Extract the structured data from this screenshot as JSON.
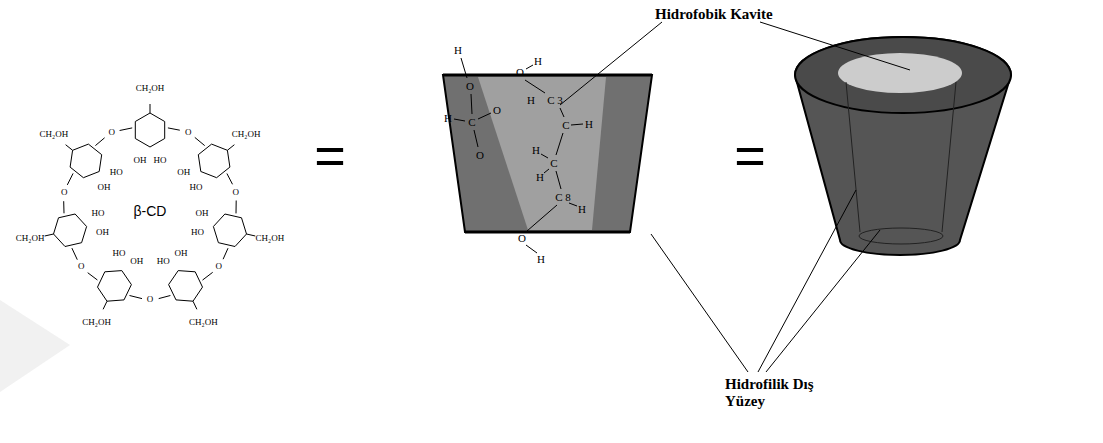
{
  "diagram": {
    "labels": [
      "β-CD",
      "CH₂OH",
      "CH₂OH",
      "CH₂OH",
      "CH₂OH",
      "CH₂OH",
      "CH₂OH",
      "CH₂OH",
      "OH",
      "OH",
      "OH",
      "OH",
      "OH",
      "OH",
      "OH",
      "HO",
      "HO",
      "HO",
      "HO",
      "HO",
      "HO",
      "HO",
      "O",
      "O",
      "O",
      "O",
      "O",
      "O",
      "O",
      "=",
      "H",
      "O",
      "C",
      "H",
      "O",
      "O",
      "O",
      "H",
      "H",
      "C 3",
      "C",
      "H",
      "H",
      "C",
      "H",
      "C 8",
      "H",
      "O",
      "H",
      "=",
      "Hidrofobik Kavite",
      "Hidrofilik Dış Yüzey"
    ]
  }
}
